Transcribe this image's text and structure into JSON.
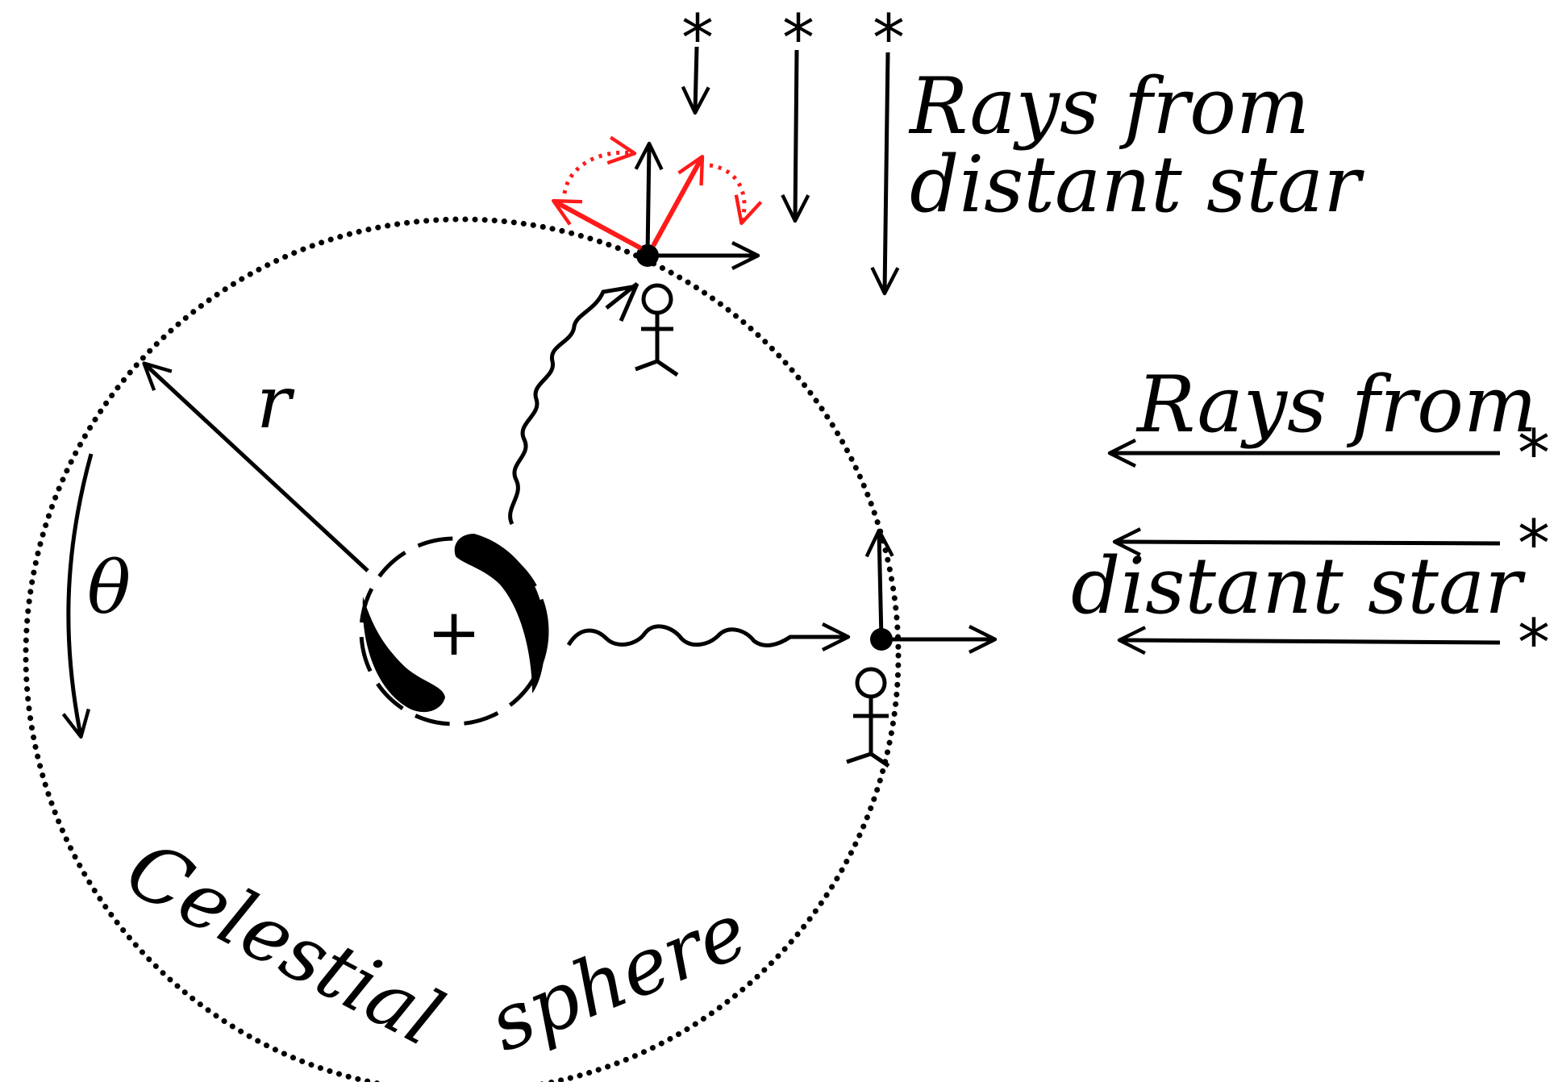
{
  "labels": {
    "rays_top_line1": "Rays from",
    "rays_top_line2": "distant star",
    "rays_right_line1": "Rays from",
    "rays_right_line2": "distant star",
    "radius_symbol": "r",
    "angle_symbol": "θ",
    "sphere_line1": "Celestial",
    "sphere_line2": "sphere",
    "center_mark": "+",
    "star_glyph": "*"
  },
  "colors": {
    "ink": "#000000",
    "highlight": "#ff1a1a",
    "background": "#ffffff"
  }
}
